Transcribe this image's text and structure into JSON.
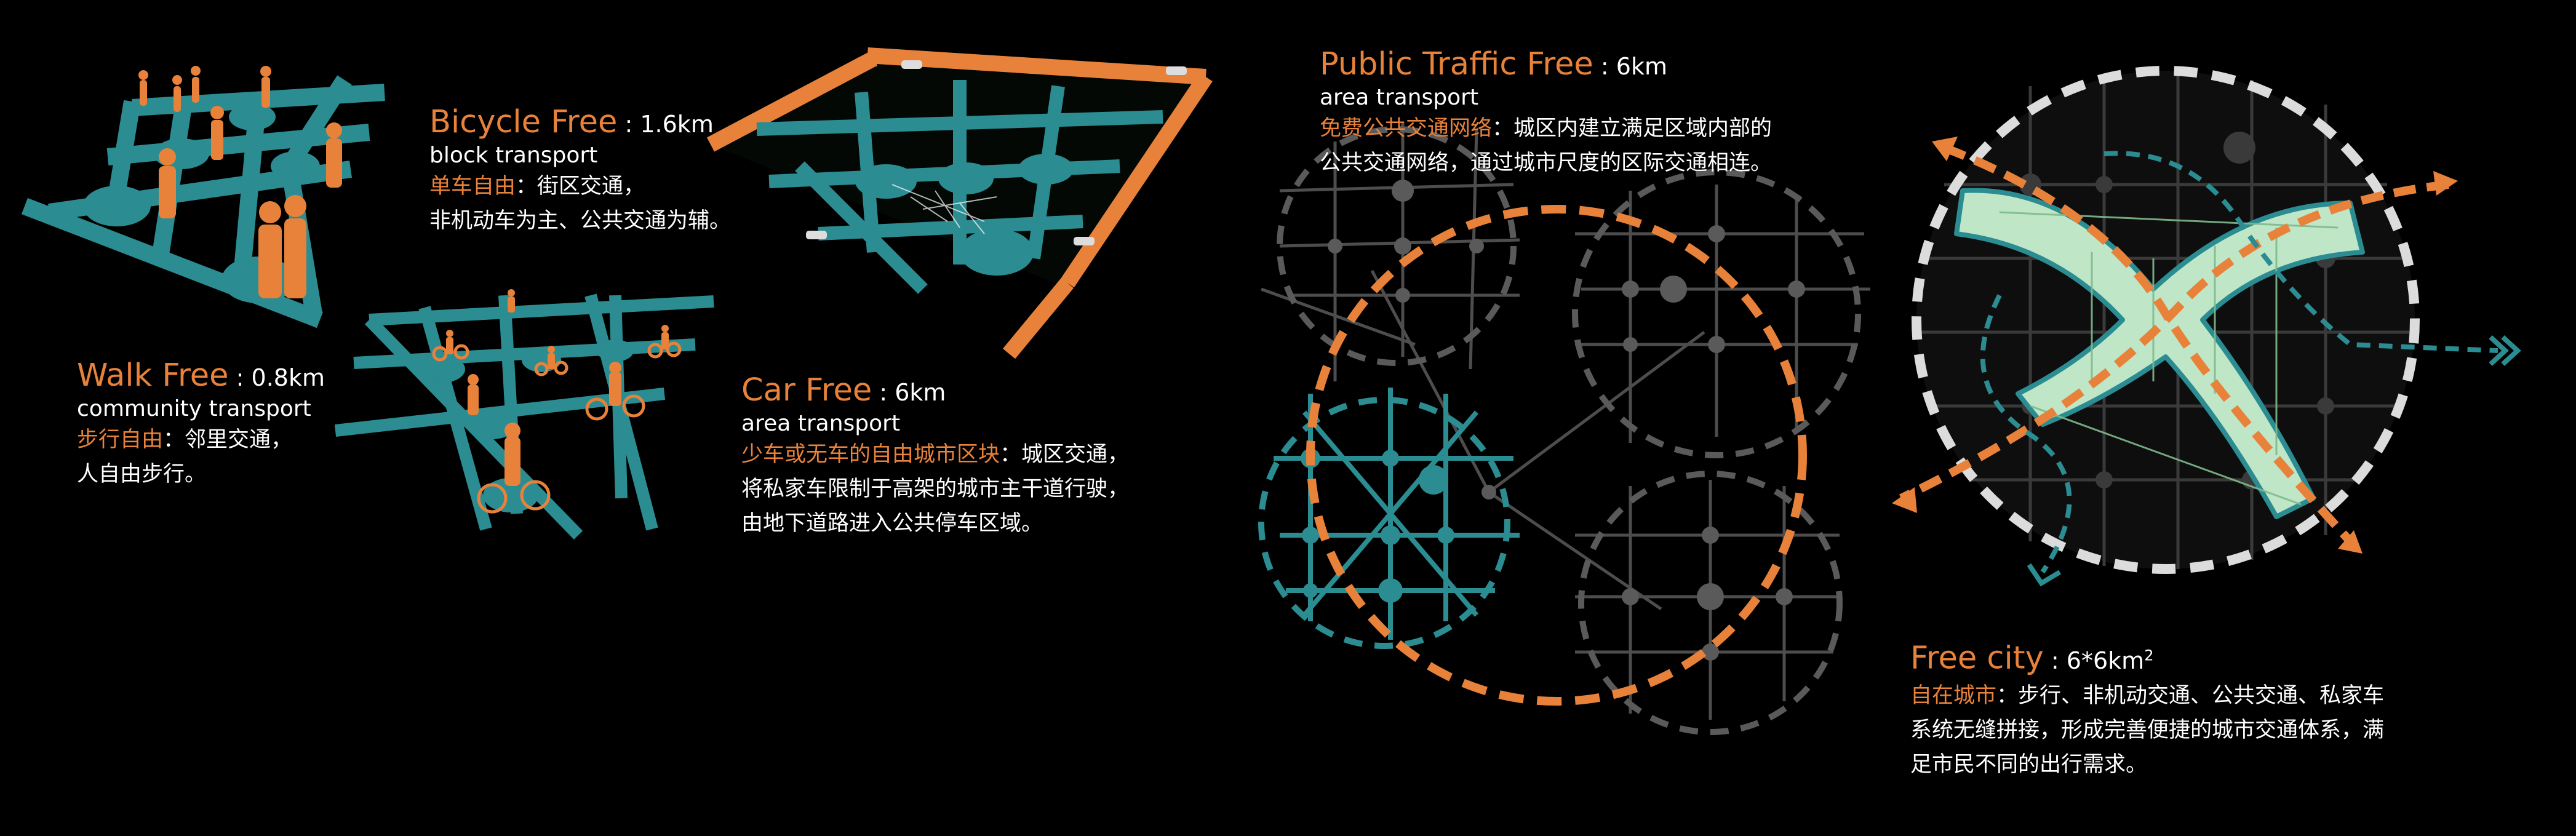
{
  "colors": {
    "background": "#000000",
    "accent_orange": "#e8823a",
    "teal": "#2b8c91",
    "gray": "#5a5a5a",
    "white_dash": "#dcdcdc",
    "green_fill": "#bfe6c7"
  },
  "walk": {
    "title": "Walk Free",
    "distance": "0.8km",
    "subtitle": "community transport",
    "desc_highlight": "步行自由",
    "desc_rest": "：邻里交通，",
    "desc_line2": "人自由步行。"
  },
  "bicycle": {
    "title": "Bicycle Free",
    "distance": "1.6km",
    "subtitle": "block transport",
    "desc_highlight": "单车自由",
    "desc_rest": "：街区交通，",
    "desc_line2": "非机动车为主、公共交通为辅。"
  },
  "car": {
    "title": "Car Free",
    "distance": "6km",
    "subtitle": "area transport",
    "desc_highlight": "少车或无车的自由城市区块",
    "desc_rest": "：城区交通，",
    "desc_line2": "将私家车限制于高架的城市主干道行驶，",
    "desc_line3": "由地下道路进入公共停车区域。"
  },
  "public": {
    "title": "Public Traffic Free",
    "distance": "6km",
    "subtitle": "area transport",
    "desc_highlight": "免费公共交通网络",
    "desc_rest": "：城区内建立满足区域内部的",
    "desc_line2": "公共交通网络，通过城市尺度的区际交通相连。"
  },
  "city": {
    "title": "Free city",
    "distance": "6*6km",
    "distance_sup": "2",
    "desc_highlight": "自在城市",
    "desc_rest": "：步行、非机动交通、公共交通、私家车",
    "desc_line2": "系统无缝拼接，形成完善便捷的城市交通体系，满",
    "desc_line3": "足市民不同的出行需求。"
  }
}
